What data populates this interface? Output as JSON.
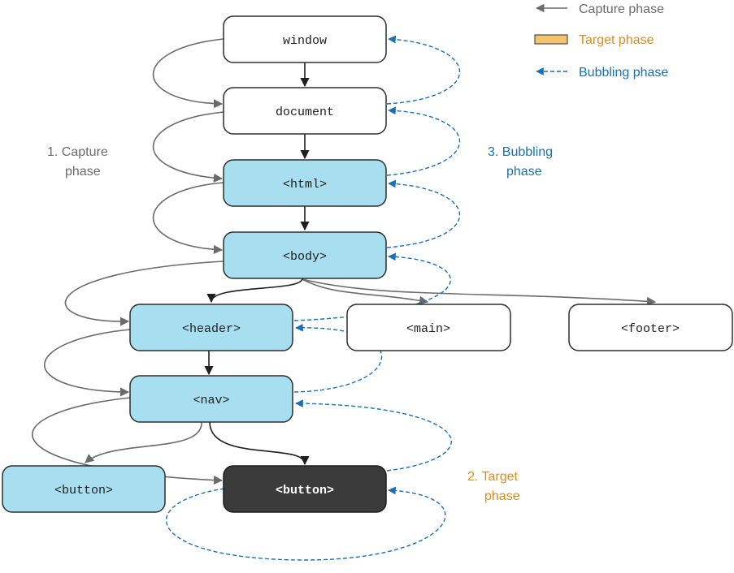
{
  "colors": {
    "capture": "#6b6b6b",
    "target": "#e08a1e",
    "target_swatch": "#f3c46e",
    "bubbling": "#1a6fb5",
    "highlight_fill": "#a8dff0",
    "target_fill": "#3b3b3c",
    "node_stroke": "#2e2e2e"
  },
  "legend": {
    "capture": "Capture phase",
    "target": "Target phase",
    "bubbling": "Bubbling phase"
  },
  "labels": {
    "capture_line1": "1. Capture",
    "capture_line2": "phase",
    "bubbling_line1": "3. Bubbling",
    "bubbling_line2": "phase",
    "target_line1": "2. Target",
    "target_line2": "phase"
  },
  "nodes": {
    "window": "window",
    "document": "document",
    "html": "<html>",
    "body": "<body>",
    "header": "<header>",
    "main": "<main>",
    "footer": "<footer>",
    "nav": "<nav>",
    "button_left": "<button>",
    "button_target": "<button>"
  }
}
